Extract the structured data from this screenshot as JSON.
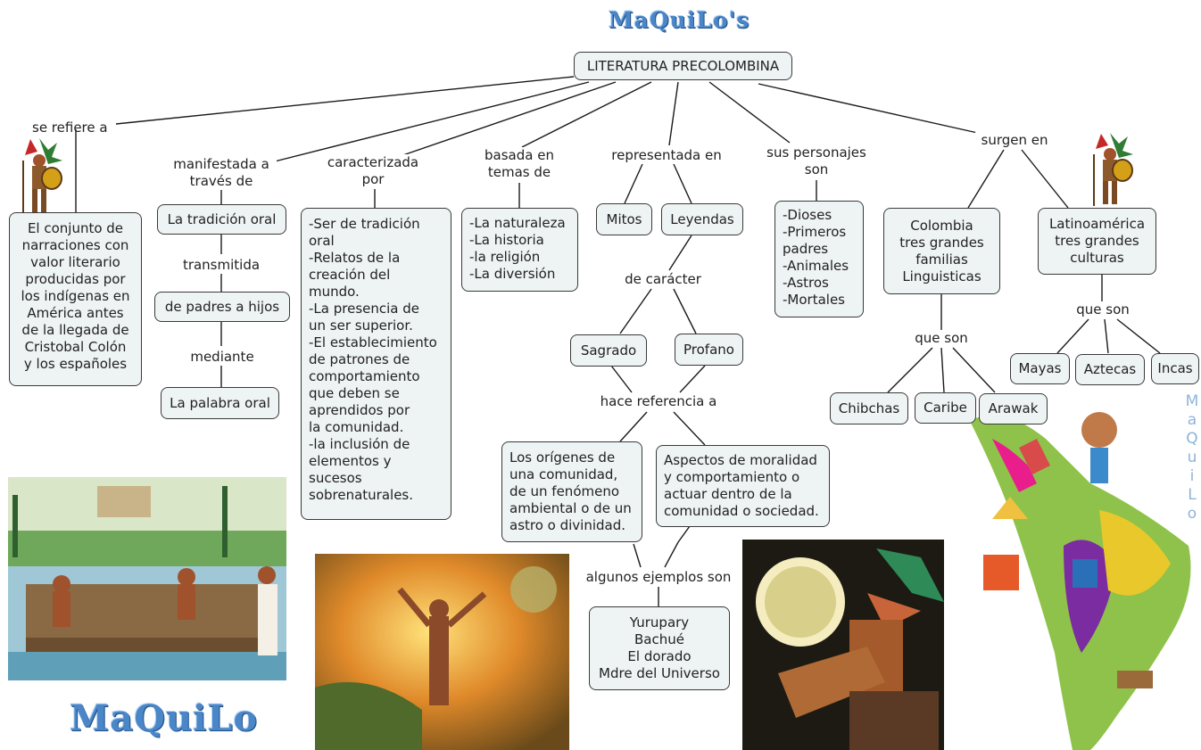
{
  "brand": {
    "top": "MaQuiLo's",
    "bottom": "MaQuiLo",
    "vertical": [
      "M",
      "a",
      "Q",
      "u",
      "i",
      "L",
      "o"
    ]
  },
  "root": "LITERATURA PRECOLOMBINA",
  "links": {
    "se_refiere": "se refiere  a",
    "manifestada": "manifestada a\ntravés de",
    "caracterizada": "caracterizada\npor",
    "basada": "basada en\ntemas de",
    "representada": "representada en",
    "personajes": "sus personajes\nson",
    "surgen": "surgen en",
    "transmitida": "transmitida",
    "mediante": "mediante",
    "de_caracter": "de carácter",
    "hace_referencia": "hace referencia a",
    "algunos_ejemplos": "algunos ejemplos son",
    "que_son_colombia": "que son",
    "que_son_latam": "que son"
  },
  "nodes": {
    "definicion": "El conjunto de\nnarraciones con\nvalor literario\nproducidas por\nlos indígenas en\nAmérica antes\nde la llegada de\nCristobal Colón\ny los españoles",
    "tradicion_oral": "La tradición oral",
    "padres_hijos": "de padres a hijos",
    "palabra_oral": "La palabra oral",
    "caracteristicas": "-Ser de tradición\noral\n-Relatos de la\ncreación del\nmundo.\n-La presencia de\nun  ser  superior.\n-El establecimiento\nde patrones de\ncomportamiento\nque  deben se\naprendidos  por\nla  comunidad.\n-la inclusión de\nelementos y\nsucesos\nsobrenaturales.",
    "temas": "-La naturaleza\n-La historia\n-la religión\n-La diversión",
    "mitos": "Mitos",
    "leyendas": "Leyendas",
    "sagrado": "Sagrado",
    "profano": "Profano",
    "origenes": "Los orígenes de\nuna comunidad,\nde un fenómeno\nambiental o de un\nastro o divinidad.",
    "aspectos": "Aspectos de moralidad\ny comportamiento o\nactuar dentro de la\ncomunidad o sociedad.",
    "ejemplos": "Yurupary\nBachué\nEl dorado\nMdre del Universo",
    "personajes": "-Dioses\n-Primeros\npadres\n-Animales\n-Astros\n-Mortales",
    "colombia": "Colombia\ntres grandes\nfamilias\nLinguisticas",
    "chibchas": "Chibchas",
    "caribe": "Caribe",
    "arawak": "Arawak",
    "latinoamerica": "Latinoamérica\ntres grandes\nculturas",
    "mayas": "Mayas",
    "aztecas": "Aztecas",
    "incas": "Incas"
  },
  "colors": {
    "node_bg": "#eef3f4",
    "node_border": "#3a3a3a",
    "brand_blue": "#4a86c8"
  },
  "images": [
    "aztec-warrior-illustration",
    "chinampa-farming-mural",
    "mythic-figure-painting",
    "moon-offering-painting",
    "latin-america-cultures-map"
  ]
}
